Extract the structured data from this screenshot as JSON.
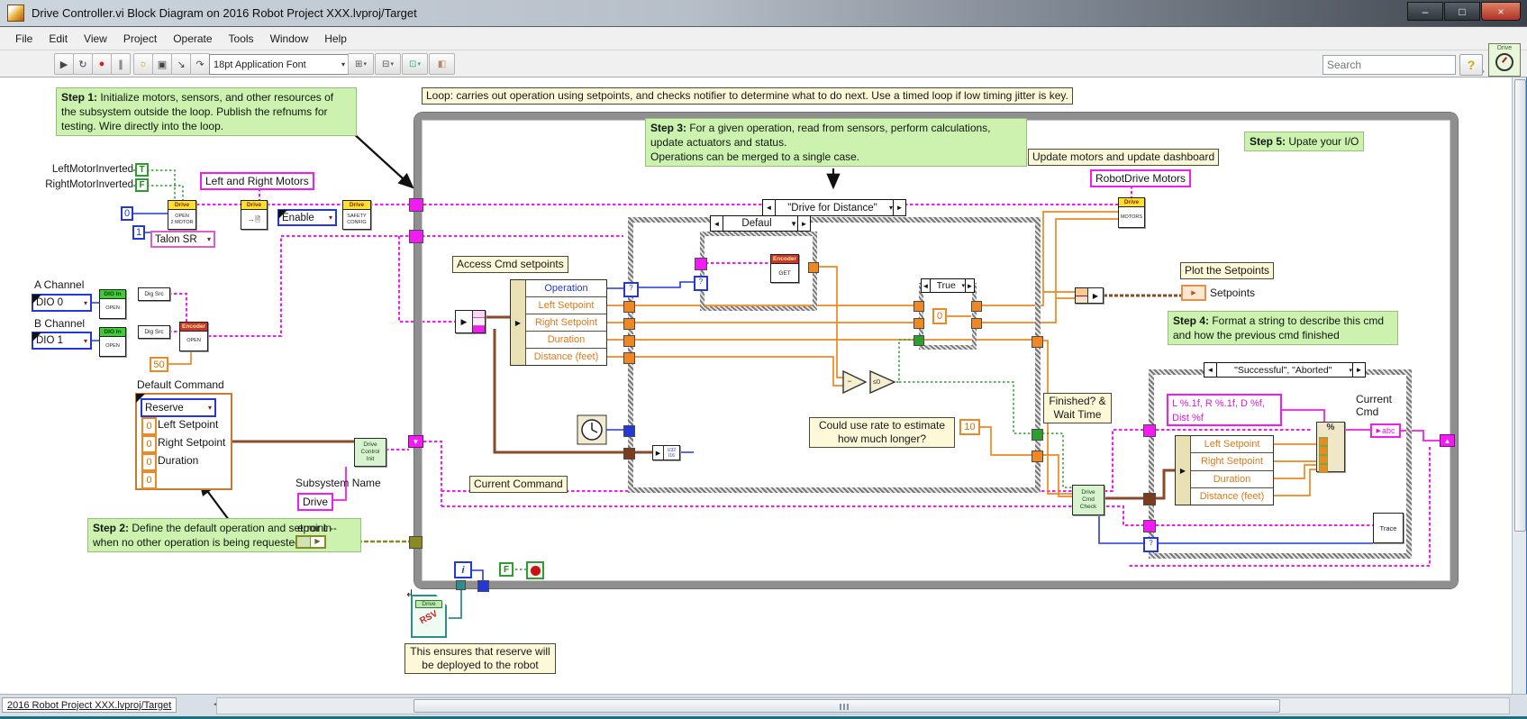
{
  "window": {
    "title": "Drive Controller.vi Block Diagram on 2016 Robot Project XXX.lvproj/Target",
    "controls": {
      "minimize": "–",
      "maximize": "□",
      "close": "×"
    }
  },
  "menu": {
    "items": [
      "File",
      "Edit",
      "View",
      "Project",
      "Operate",
      "Tools",
      "Window",
      "Help"
    ]
  },
  "toolbar": {
    "buttons": [
      {
        "name": "run",
        "glyph": "▶"
      },
      {
        "name": "run-continuous",
        "glyph": "↻"
      },
      {
        "name": "abort",
        "glyph": "●"
      },
      {
        "name": "pause",
        "glyph": "∥"
      },
      {
        "name": "highlight-execution",
        "glyph": "☼"
      },
      {
        "name": "retain-wire-values",
        "glyph": "▣"
      },
      {
        "name": "step-into",
        "glyph": "↘"
      },
      {
        "name": "step-over",
        "glyph": "↷"
      },
      {
        "name": "step-out",
        "glyph": "↗"
      }
    ],
    "font_selector": "18pt Application Font",
    "dropdowns": [
      {
        "name": "align-objects",
        "glyph": "⊞"
      },
      {
        "name": "distribute-objects",
        "glyph": "⊟"
      },
      {
        "name": "resize-objects",
        "glyph": "⊡"
      },
      {
        "name": "reorder",
        "glyph": "◧"
      }
    ],
    "search_placeholder": "Search",
    "help_label": "?",
    "vi_icon_text": "Drive"
  },
  "status": {
    "project_tab": "2016 Robot Project XXX.lvproj/Target",
    "tab_arrow": "◂"
  },
  "comments": {
    "step1": {
      "prefix": "Step 1:",
      "text": " Initialize motors, sensors, and other resources of the subsystem outside the loop. Publish the refnums for testing. Wire directly into the loop."
    },
    "step2": {
      "prefix": "Step 2:",
      "text": " Define the default operation and setpoint -- when no other operation is being requested."
    },
    "step3": {
      "prefix": "Step 3:",
      "line1": " For a given operation, read from sensors, perform calculations,",
      "line2": "update actuators and status.",
      "line3": "Operations can be merged to a single case."
    },
    "step4": {
      "prefix": "Step 4:",
      "text": " Format a string to describe this cmd and how the previous cmd finished"
    },
    "step5": {
      "prefix": "Step 5:",
      "text": " Upate your I/O"
    },
    "loop": "Loop: carries out operation using setpoints, and checks notifier to determine what to do next. Use a timed loop if low timing jitter is key.",
    "update_motors": "Update motors and update dashboard",
    "access_cmd": "Access Cmd setpoints",
    "current_command": "Current Command",
    "plot_setpoints": "Plot the Setpoints",
    "could_use_rate_1": "Could use rate to estimate",
    "could_use_rate_2": "how much longer?",
    "finished_wait_1": "Finished? &",
    "finished_wait_2": "Wait Time",
    "ensures_1": "This ensures that reserve will",
    "ensures_2": "be deployed to the robot",
    "current_cmd_1": "Current",
    "current_cmd_2": "Cmd"
  },
  "labels": {
    "left_motor_inverted": "LeftMotorInverted",
    "right_motor_inverted": "RightMotorInverted",
    "left_right_motors": "Left and Right Motors",
    "robotdrive_motors": "RobotDrive Motors",
    "a_channel": "A Channel",
    "b_channel": "B Channel",
    "default_command": "Default Command",
    "subsystem_name": "Subsystem Name",
    "error_in": "error in",
    "setpoints": "Setpoints"
  },
  "controls": {
    "talon": "Talon SR",
    "enable": "Enable",
    "dio0": "DIO 0",
    "dio1": "DIO 1",
    "reserve": "Reserve",
    "subsystem_value": "Drive"
  },
  "constants": {
    "c0": "0",
    "c1": "1",
    "c50": "50",
    "c10": "10",
    "zero": "0",
    "row0a": "0",
    "row0b": "0",
    "row0c": "0",
    "row0d": "0",
    "true": "T",
    "false": "F",
    "false2": "F",
    "iter": "i",
    "format_line1": "L %.1f, R %.1f, D %f,",
    "format_line2": "Dist %f"
  },
  "cases": {
    "drive_for_distance": "\"Drive for Distance\"",
    "default_case": "Defaul",
    "true_case": "True",
    "successful_aborted": "\"Successful\", \"Aborted\""
  },
  "nodes": {
    "drive_open": {
      "header": "Drive",
      "line1": "OPEN",
      "line2": "2 MOTOR"
    },
    "drive_publish": {
      "header": "Drive",
      "line1": "→🗎"
    },
    "drive_safety": {
      "header": "Drive",
      "line1": "SAFETY",
      "line2": "CONFIG"
    },
    "drive_motors": {
      "header": "Drive",
      "line1": "MOTORS"
    },
    "dio_open_a": {
      "header": "DIO In",
      "line1": "OPEN"
    },
    "dio_open_b": {
      "header": "DIO In",
      "line1": "OPEN"
    },
    "dig_src_a": "Dig Src",
    "dig_src_b": "Dig Src",
    "encoder_open": {
      "header": "Encoder",
      "line1": "OPEN"
    },
    "encoder_get": {
      "header": "Encoder",
      "line1": "GET"
    },
    "drive_control_init": {
      "line1": "Drive",
      "line2": "Control",
      "line3": "Init"
    },
    "drive_cmd_check": {
      "line1": "Drive",
      "line2": "Cmd",
      "line3": "Check"
    },
    "trace": "Trace",
    "abc": "abc",
    "u32": {
      "line1": "U32",
      "line2": "I16"
    },
    "rsv": {
      "title": "Drive",
      "stamp": "RSV"
    },
    "format_glyph": "%",
    "subtract_glyph": "−",
    "leq_glyph": "≤0"
  },
  "clusters": {
    "access": {
      "rows": [
        "Operation",
        "Left Setpoint",
        "Right Setpoint",
        "Duration",
        "Distance (feet)"
      ]
    },
    "default_command": {
      "rows": [
        "Left Setpoint",
        "Right Setpoint",
        "Duration"
      ]
    },
    "format": {
      "rows": [
        "Left Setpoint",
        "Right Setpoint",
        "Duration",
        "Distance (feet)"
      ]
    }
  },
  "glyphs": {
    "question": "?",
    "dd": "▼",
    "dds": "▾",
    "cl": "◄",
    "cr": "►",
    "play": "▶",
    "rsv_arrow": "↲"
  },
  "colors": {
    "wire_reference": "#f31bf3",
    "wire_numeric": "#ef8822",
    "wire_boolean": "#2e9e2e",
    "wire_integer": "#2438d8",
    "wire_cluster": "#7a3b1e",
    "wire_error": "#8a8a22",
    "structure_border": "#8f8f8f",
    "comment_green": "#cdf2b0",
    "label_yellow": "#fdf9d8"
  }
}
